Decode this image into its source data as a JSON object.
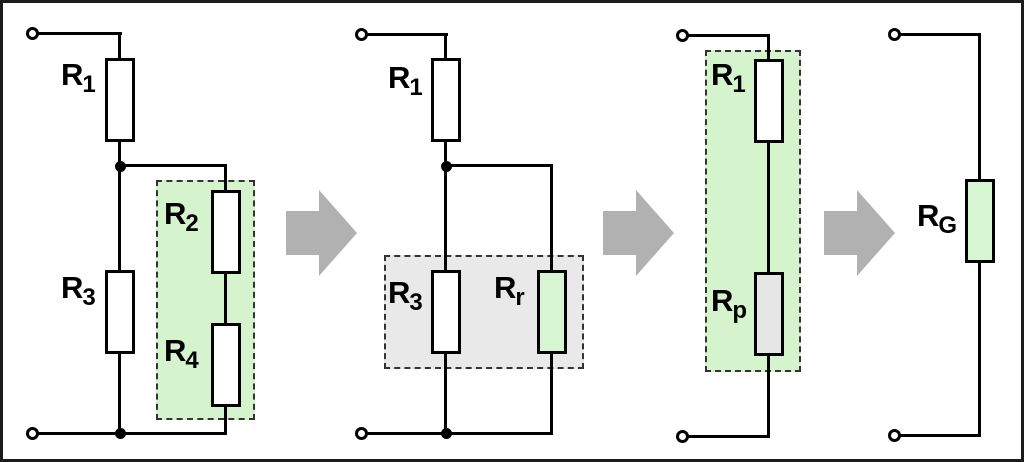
{
  "colors": {
    "background": "#ffffff",
    "wire": "#000000",
    "highlight_green": "#d5f3cd",
    "highlight_gray": "#e9e9e9",
    "resistor_white": "#ffffff",
    "resistor_green": "#d7f5d2",
    "resistor_gray": "#e6e6e6",
    "arrow_gray": "#b1b1b1"
  },
  "panels": [
    {
      "id": "step-1",
      "highlight_box": "green-dashed",
      "resistors": [
        {
          "key": "r1",
          "label": {
            "base": "R",
            "sub": "1"
          },
          "fill": "white",
          "highlighted": false
        },
        {
          "key": "r3",
          "label": {
            "base": "R",
            "sub": "3"
          },
          "fill": "white",
          "highlighted": false
        },
        {
          "key": "r2",
          "label": {
            "base": "R",
            "sub": "2"
          },
          "fill": "white",
          "highlighted": true
        },
        {
          "key": "r4",
          "label": {
            "base": "R",
            "sub": "4"
          },
          "fill": "white",
          "highlighted": true
        }
      ]
    },
    {
      "id": "step-2",
      "highlight_box": "gray-dashed",
      "resistors": [
        {
          "key": "r1",
          "label": {
            "base": "R",
            "sub": "1"
          },
          "fill": "white",
          "highlighted": false
        },
        {
          "key": "r3",
          "label": {
            "base": "R",
            "sub": "3"
          },
          "fill": "white",
          "highlighted": true
        },
        {
          "key": "rr",
          "label": {
            "base": "R",
            "sub": "r"
          },
          "fill": "green",
          "highlighted": true
        }
      ]
    },
    {
      "id": "step-3",
      "highlight_box": "green-dashed",
      "resistors": [
        {
          "key": "r1",
          "label": {
            "base": "R",
            "sub": "1"
          },
          "fill": "white",
          "highlighted": true
        },
        {
          "key": "rp",
          "label": {
            "base": "R",
            "sub": "p"
          },
          "fill": "gray",
          "highlighted": true
        }
      ]
    },
    {
      "id": "step-4",
      "highlight_box": "none",
      "resistors": [
        {
          "key": "rg",
          "label": {
            "base": "R",
            "sub": "G"
          },
          "fill": "green",
          "highlighted": false
        }
      ]
    }
  ]
}
